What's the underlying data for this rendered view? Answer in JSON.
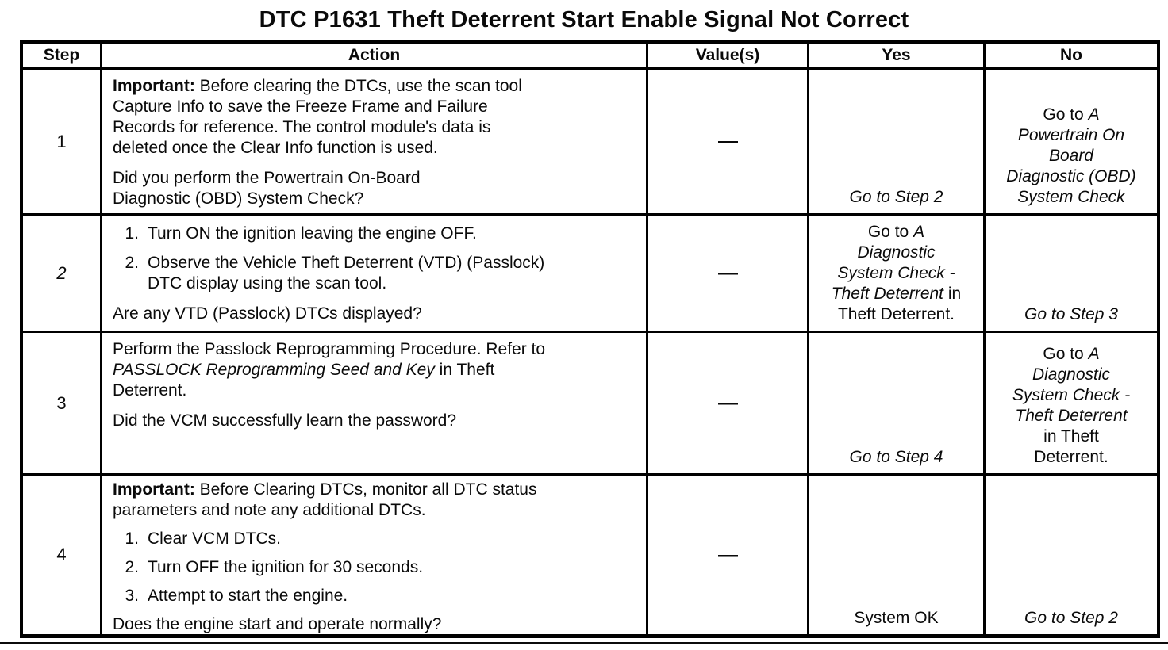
{
  "page": {
    "title": "DTC P1631 Theft Deterrent Start Enable Signal Not Correct"
  },
  "table": {
    "headers": {
      "step": "Step",
      "action": "Action",
      "values": "Value(s)",
      "yes": "Yes",
      "no": "No"
    },
    "rows": [
      {
        "step": "1",
        "action": {
          "important_label": "Important:",
          "important_text": "Before clearing the DTCs, use the scan tool\nCapture Info to save the Freeze Frame and Failure\nRecords for reference. The control module's data is\ndeleted once the Clear Info function is used.",
          "question": "Did you perform the Powertrain On-Board\nDiagnostic (OBD) System Check?"
        },
        "value": "—",
        "yes": {
          "goto": "Go to Step 2"
        },
        "no": {
          "prefix": "Go to ",
          "italic": "A\nPowertrain On\nBoard\nDiagnostic (OBD)\nSystem Check"
        }
      },
      {
        "step": "2",
        "action": {
          "items": [
            {
              "num": "1.",
              "text": "Turn ON the ignition leaving the engine OFF."
            },
            {
              "num": "2.",
              "text": "Observe the Vehicle Theft Deterrent (VTD) (Passlock)\nDTC display using the scan tool."
            }
          ],
          "question": "Are any VTD (Passlock) DTCs displayed?"
        },
        "value": "—",
        "yes": {
          "prefix": "Go to ",
          "italic": "A\nDiagnostic\nSystem Check -\nTheft Deterrent",
          "suffix": " in\nTheft Deterrent."
        },
        "no": {
          "goto": "Go to Step 3"
        }
      },
      {
        "step": "3",
        "action": {
          "lead": "Perform the Passlock Reprogramming Procedure. Refer to\n",
          "lead_italic": "PASSLOCK Reprogramming Seed and Key",
          "lead_tail": " in Theft\nDeterrent.",
          "question": "Did the VCM successfully learn the password?"
        },
        "value": "—",
        "yes": {
          "goto": "Go to Step 4"
        },
        "no": {
          "prefix": "Go to ",
          "italic": "A\nDiagnostic\nSystem Check -\nTheft Deterrent",
          "suffix": "\nin Theft\nDeterrent."
        }
      },
      {
        "step": "4",
        "action": {
          "important_label": "Important:",
          "important_text": "Before Clearing DTCs, monitor all DTC status\nparameters and note any additional DTCs.",
          "items": [
            {
              "num": "1.",
              "text": "Clear VCM DTCs."
            },
            {
              "num": "2.",
              "text": "Turn OFF the ignition for 30 seconds."
            },
            {
              "num": "3.",
              "text": "Attempt to start the engine."
            }
          ],
          "question": "Does the engine start and operate normally?"
        },
        "value": "—",
        "yes": {
          "plain": "System OK"
        },
        "no": {
          "goto": "Go to Step 2"
        }
      }
    ]
  }
}
